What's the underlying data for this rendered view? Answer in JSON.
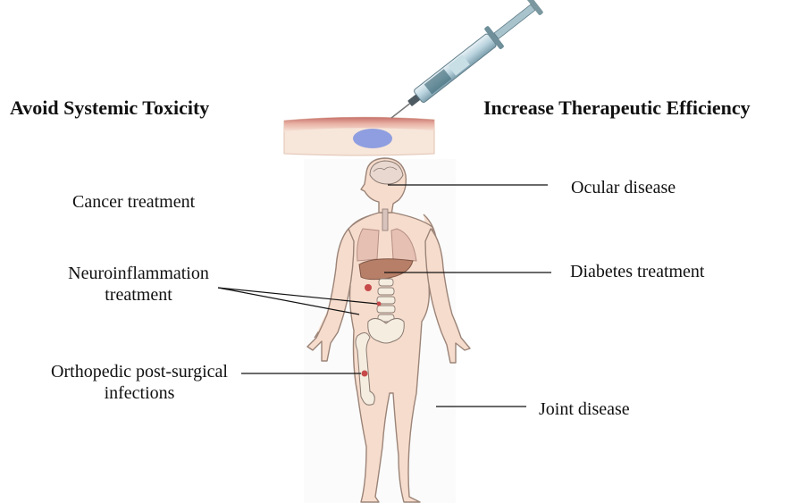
{
  "headers": {
    "left": "Avoid Systemic Toxicity",
    "right": "Increase Therapeutic Efficiency"
  },
  "labels": {
    "cancer": "Cancer treatment",
    "neuro_line1": "Neuroinflammation",
    "neuro_line2": "treatment",
    "ortho_line1": "Orthopedic post-surgical",
    "ortho_line2": "infections",
    "ocular": "Ocular disease",
    "diabetes": "Diabetes treatment",
    "joint": "Joint disease"
  },
  "colors": {
    "skin": "#f6dccc",
    "skin_outline": "#9b8478",
    "tissue_top": "#c7706a",
    "injection": "#8f9ee0",
    "liver": "#b77f67",
    "lung": "#e7c0b4",
    "bone": "#f4ede0",
    "lesion": "#c74a4a"
  }
}
